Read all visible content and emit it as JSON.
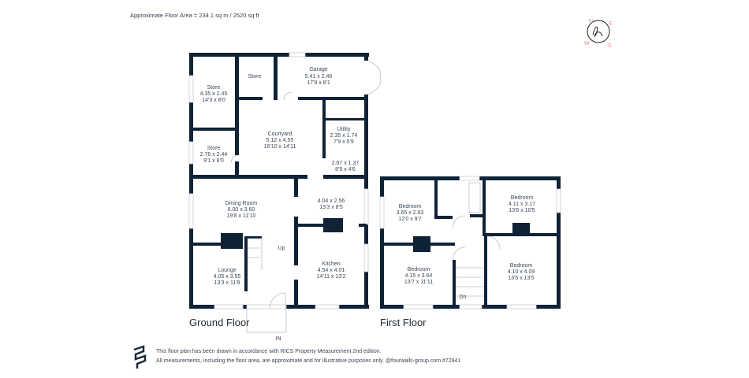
{
  "header": {
    "floor_area": "Approximate Floor Area = 234.1 sq m / 2520 sq ft"
  },
  "compass": {
    "n": "N",
    "e": "E",
    "s": "S",
    "w": "W",
    "color": "#f08a8a"
  },
  "ground_floor": {
    "title": "Ground Floor",
    "entrance": "IN",
    "stairs": "Up",
    "rooms": [
      {
        "name": "Store",
        "metric": "4.35 x 2.45",
        "imperial": "14'3 x 8'0"
      },
      {
        "name": "Store",
        "metric": "",
        "imperial": ""
      },
      {
        "name": "Garage",
        "metric": "5.41 x 2.46",
        "imperial": "17'9 x 8'1"
      },
      {
        "name": "Courtyard",
        "metric": "5.12 x 4.55",
        "imperial": "16'10 x 14'11"
      },
      {
        "name": "Utility",
        "metric": "2.35 x 1.74",
        "imperial": "7'9 x 5'9"
      },
      {
        "name": "Store",
        "metric": "2.76 x 2.44",
        "imperial": "9'1 x 8'0"
      },
      {
        "name": "",
        "metric": "2.67 x 1.37",
        "imperial": "8'9 x 4'6"
      },
      {
        "name": "Dining Room",
        "metric": "6.00 x 3.60",
        "imperial": "19'8 x 11'10"
      },
      {
        "name": "",
        "metric": "4.04 x 2.56",
        "imperial": "13'3 x 8'5"
      },
      {
        "name": "Lounge",
        "metric": "4.05 x 3.55",
        "imperial": "13'3 x 11'8"
      },
      {
        "name": "Kitchen",
        "metric": "4.54 x 4.01",
        "imperial": "14'11 x 13'2"
      }
    ]
  },
  "first_floor": {
    "title": "First Floor",
    "stairs": "Dn",
    "rooms": [
      {
        "name": "Bedroom",
        "metric": "3.65 x 2.93",
        "imperial": "12'0 x 9'7"
      },
      {
        "name": "Bedroom",
        "metric": "4.11 x 3.17",
        "imperial": "13'6 x 10'5"
      },
      {
        "name": "Bedroom",
        "metric": "4.15 x 3.64",
        "imperial": "13'7 x 11'11"
      },
      {
        "name": "Bedroom",
        "metric": "4.10 x 4.09",
        "imperial": "13'5 x 13'5"
      }
    ]
  },
  "footer": {
    "line1": "This floor plan has been drawn in accordance with RICS Property Measurement 2nd edition.",
    "line2": "All measurements, including the floor area, are approximate and for illustrative purposes only. @fourwalls-group.com #72941"
  }
}
